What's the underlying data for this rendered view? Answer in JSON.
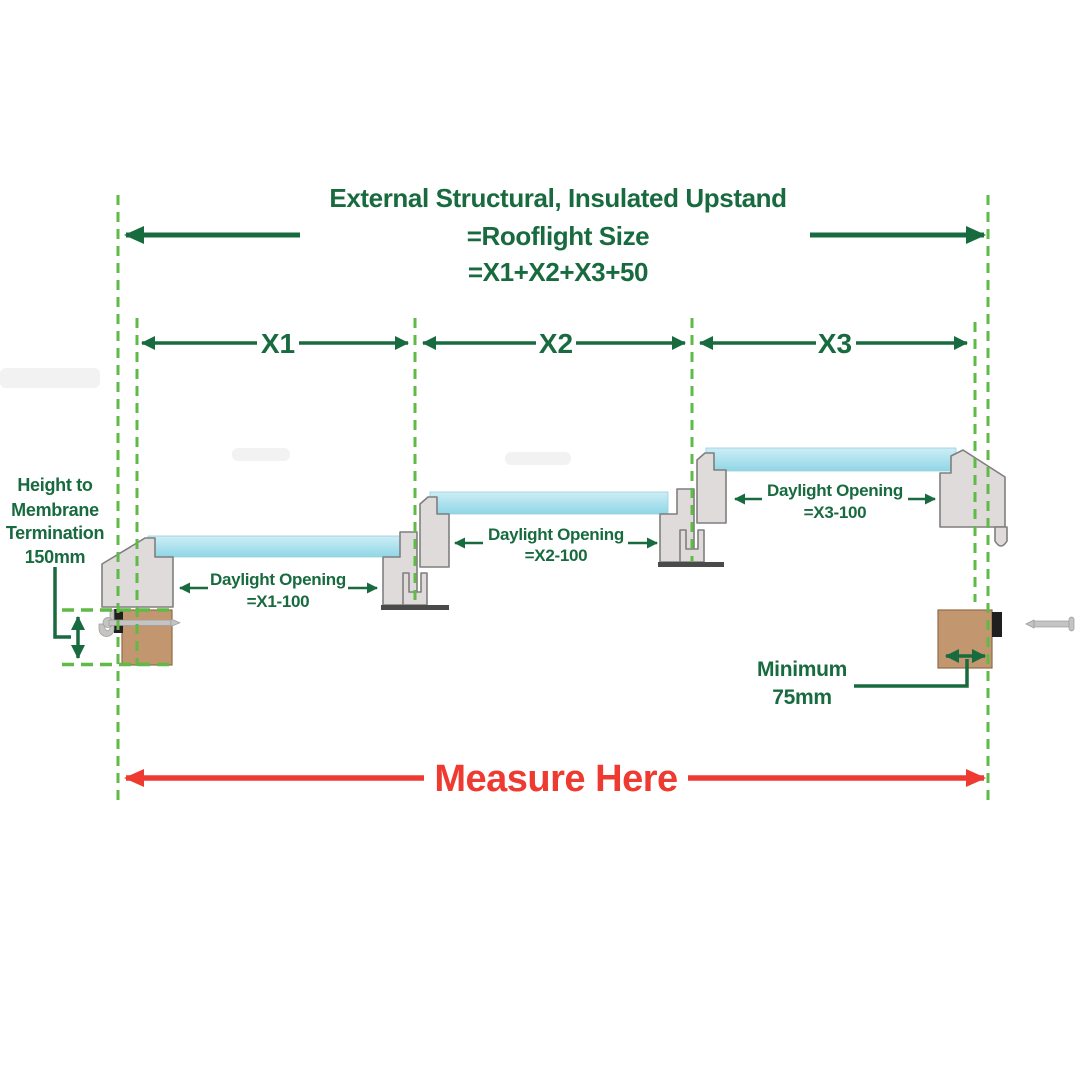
{
  "title": {
    "line1": "External Structural, Insulated Upstand",
    "line2": "=Rooflight Size",
    "line3": "=X1+X2+X3+50"
  },
  "dimension_labels": {
    "x1": "X1",
    "x2": "X2",
    "x3": "X3"
  },
  "daylight_openings": {
    "x1": {
      "line1": "Daylight Opening",
      "line2": "=X1-100"
    },
    "x2": {
      "line1": "Daylight Opening",
      "line2": "=X2-100"
    },
    "x3": {
      "line1": "Daylight Opening",
      "line2": "=X3-100"
    }
  },
  "height_annotation": {
    "line1": "Height to",
    "line2": "Membrane",
    "line3": "Termination",
    "line4": "150mm"
  },
  "minimum_annotation": {
    "line1": "Minimum",
    "line2": "75mm"
  },
  "measure_here_label": "Measure Here",
  "colors": {
    "dark-green": "#186a3f",
    "dash-green": "#5fba47",
    "measure-red": "#ee3a31",
    "glass-top": "#cdeef6",
    "glass-bottom": "#8fd6e6",
    "frame-fill": "#dedbda",
    "frame-stroke": "#7f7f7f",
    "timber-brown": "#c2966f",
    "timber-stroke": "#8f6b49",
    "fastener-gray": "#c6c4c3",
    "baseline-dark": "#4a4a4a"
  }
}
